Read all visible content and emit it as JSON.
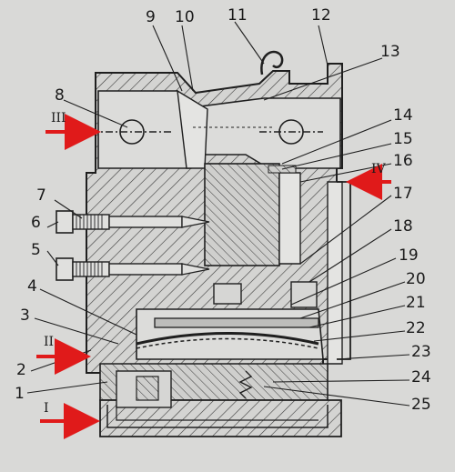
{
  "labels": {
    "n1": "1",
    "n2": "2",
    "n3": "3",
    "n4": "4",
    "n5": "5",
    "n6": "6",
    "n7": "7",
    "n8": "8",
    "n9": "9",
    "n10": "10",
    "n11": "11",
    "n12": "12",
    "n13": "13",
    "n14": "14",
    "n15": "15",
    "n16": "16",
    "n17": "17",
    "n18": "18",
    "n19": "19",
    "n20": "20",
    "n21": "21",
    "n22": "22",
    "n23": "23",
    "n24": "24",
    "n25": "25"
  },
  "ports": {
    "I": "I",
    "II": "II",
    "III": "III",
    "IV": "IV"
  },
  "colors": {
    "paper": "#d9d9d7",
    "ink": "#1f1f1f",
    "arrow": "#e01a1a",
    "hatch": "#3a3a3a"
  }
}
